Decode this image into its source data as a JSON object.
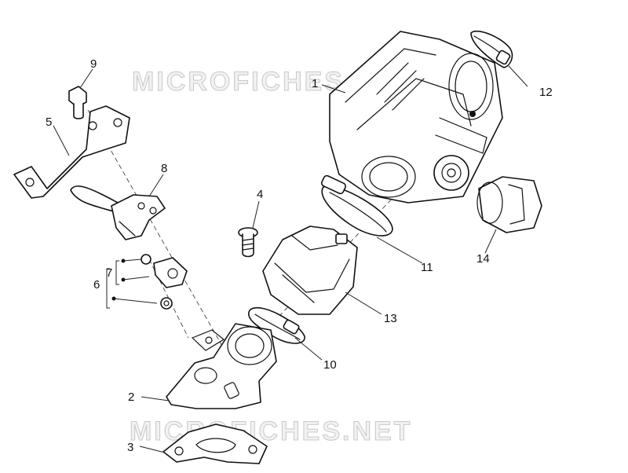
{
  "watermark": {
    "top": "MICROFICHES.NET",
    "bottom": "MICROFICHES.NET"
  },
  "callouts": {
    "c1": "1",
    "c2": "2",
    "c3": "3",
    "c4": "4",
    "c5": "5",
    "c6": "6",
    "c7": "7",
    "c8": "8",
    "c9": "9",
    "c10": "10",
    "c11": "11",
    "c12": "12",
    "c13": "13",
    "c14": "14"
  }
}
